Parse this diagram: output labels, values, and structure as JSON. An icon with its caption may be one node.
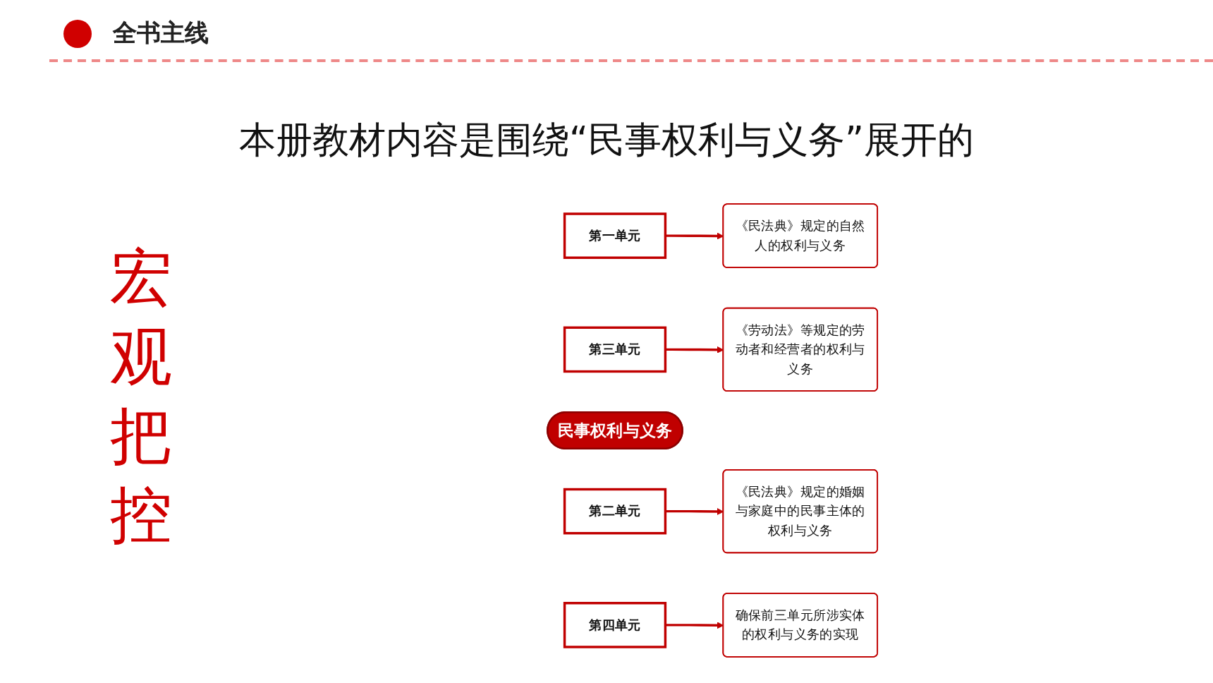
{
  "diagram": {
    "title": "本册教材内容是围绕“民事权利与义务”展开的",
    "nodes": [
      {
        "text": [
          "第一单元"
        ]
      },
      {
        "text": [
          "《民法典》规定的自然人的权利与义务"
        ]
      },
      {
        "text": [
          "《劳动法》等规定的劳动者和经营者的权利与义务"
        ]
      },
      {
        "text": [
          "第三单元"
        ]
      },
      {
        "text": [
          "民事权利与义务"
        ]
      },
      {
        "text": [
          "第二单元"
        ]
      },
      {
        "text": [
          "《民法典》规定的婚姻与家庭中的民事主体的权利与义务"
        ]
      },
      {
        "text": [
          "确保前三单元所涉实体的权利与义务的实现"
        ]
      },
      {
        "text": [
          "第四单元"
        ]
      }
    ],
    "edges": [
      {
        "from": 0,
        "to": 1,
        "arrow": "to"
      },
      {
        "from": 3,
        "to": 2,
        "arrow": "to"
      },
      {
        "from": 5,
        "to": 6,
        "arrow": "to"
      },
      {
        "from": 8,
        "to": 7,
        "arrow": "to"
      }
    ],
    "labels": [
      "全书主线",
      "宏观把控"
    ]
  }
}
